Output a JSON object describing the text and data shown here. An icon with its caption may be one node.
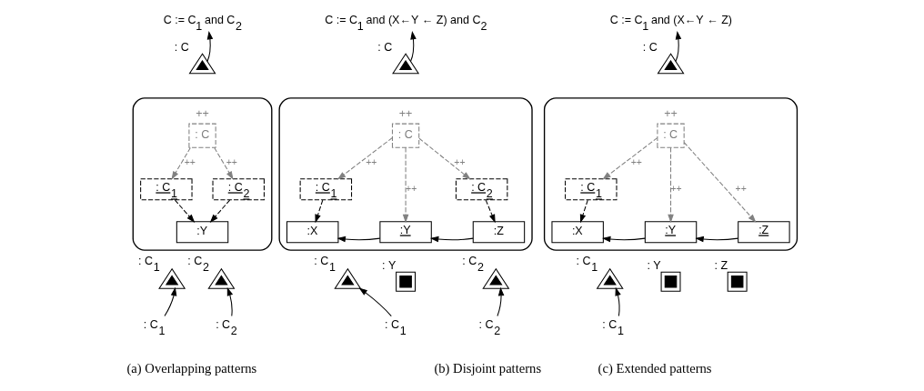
{
  "diagram": {
    "nodes": [
      {
        "text": [],
        "shape": "box"
      },
      {
        "text": [
          "C := C$_{1}$ and C$_{2}$"
        ]
      },
      {
        "text": [],
        "shape": "triangle",
        "beside": [
          ": C"
        ]
      },
      {
        "text": [
          ": C"
        ],
        "in": 0,
        "beside": [
          "++"
        ]
      },
      {
        "text": [
          ": C$_{1}$"
        ],
        "in": 0
      },
      {
        "text": [
          ": C$_{2}$"
        ],
        "in": 0
      },
      {
        "text": [
          ":Y"
        ],
        "in": 0
      },
      {
        "text": [],
        "shape": "triangle",
        "beside": [
          ": C$_{1}$"
        ]
      },
      {
        "text": [],
        "shape": "triangle",
        "beside": [
          ": C$_{2}$"
        ]
      },
      {
        "text": [
          ": C$_{1}$"
        ]
      },
      {
        "text": [
          ": C$_{2}$"
        ]
      },
      {
        "text": [],
        "shape": "box"
      },
      {
        "text": [
          "C := C$_{1}$ and (X←Y ← Z) and C$_{2}$"
        ]
      },
      {
        "text": [],
        "shape": "triangle",
        "beside": [
          ": C"
        ]
      },
      {
        "text": [
          ": C"
        ],
        "in": 11,
        "beside": [
          "++"
        ]
      },
      {
        "text": [
          ": C$_{1}$"
        ],
        "in": 11
      },
      {
        "text": [
          ": C$_{2}$"
        ],
        "in": 11
      },
      {
        "text": [
          ":X"
        ],
        "in": 11
      },
      {
        "text": [
          ":Y"
        ],
        "in": 11
      },
      {
        "text": [
          ":Z"
        ],
        "in": 11
      },
      {
        "text": [],
        "shape": "triangle",
        "beside": [
          ": C$_{1}$"
        ]
      },
      {
        "text": [],
        "shape": "box",
        "beside": [
          ": Y"
        ]
      },
      {
        "text": [],
        "shape": "triangle",
        "beside": [
          ": C$_{2}$"
        ]
      },
      {
        "text": [
          ": C$_{1}$"
        ]
      },
      {
        "text": [
          ": C$_{2}$"
        ]
      },
      {
        "text": [],
        "shape": "box"
      },
      {
        "text": [
          "C := C$_{1}$ and (X←Y ← Z)"
        ]
      },
      {
        "text": [],
        "shape": "triangle",
        "beside": [
          ": C"
        ]
      },
      {
        "text": [
          ": C"
        ],
        "in": 25,
        "beside": [
          "++"
        ]
      },
      {
        "text": [
          ": C$_{1}$"
        ],
        "in": 25
      },
      {
        "text": [
          ":X"
        ],
        "in": 25
      },
      {
        "text": [
          ":Y"
        ],
        "in": 25
      },
      {
        "text": [
          ":Z"
        ],
        "in": 25
      },
      {
        "text": [],
        "shape": "triangle",
        "beside": [
          ": C$_{1}$"
        ]
      },
      {
        "text": [],
        "shape": "box",
        "beside": [
          ": Y"
        ]
      },
      {
        "text": [],
        "shape": "box",
        "beside": [
          ": Z"
        ]
      },
      {
        "text": [
          ": C$_{1}$"
        ]
      }
    ],
    "edges": [
      {
        "from": 2,
        "to": 1,
        "arrow": "to"
      },
      {
        "from": 3,
        "to": 4,
        "arrow": "to",
        "label": "++",
        "style": "dashed",
        "color": "#808080"
      },
      {
        "from": 3,
        "to": 5,
        "arrow": "to",
        "label": "++",
        "style": "dashed",
        "color": "#808080"
      },
      {
        "from": 4,
        "to": 6,
        "arrow": "to",
        "style": "dashed"
      },
      {
        "from": 5,
        "to": 6,
        "arrow": "to",
        "style": "dashed"
      },
      {
        "from": 9,
        "to": 7,
        "arrow": "to"
      },
      {
        "from": 10,
        "to": 8,
        "arrow": "to"
      },
      {
        "from": 13,
        "to": 12,
        "arrow": "to"
      },
      {
        "from": 14,
        "to": 15,
        "arrow": "to",
        "label": "++",
        "style": "dashed",
        "color": "#808080"
      },
      {
        "from": 14,
        "to": 18,
        "arrow": "to",
        "label": "++",
        "style": "dashed",
        "color": "#808080"
      },
      {
        "from": 14,
        "to": 16,
        "arrow": "to",
        "label": "++",
        "style": "dashed",
        "color": "#808080"
      },
      {
        "from": 15,
        "to": 17,
        "arrow": "to",
        "style": "dashed"
      },
      {
        "from": 16,
        "to": 19,
        "arrow": "to",
        "style": "dashed"
      },
      {
        "from": 18,
        "to": 17,
        "arrow": "to"
      },
      {
        "from": 19,
        "to": 18,
        "arrow": "to"
      },
      {
        "from": 23,
        "to": 20,
        "arrow": "to"
      },
      {
        "from": 24,
        "to": 22,
        "arrow": "to"
      },
      {
        "from": 27,
        "to": 26,
        "arrow": "to"
      },
      {
        "from": 28,
        "to": 29,
        "arrow": "to",
        "label": "++",
        "style": "dashed",
        "color": "#808080"
      },
      {
        "from": 28,
        "to": 31,
        "arrow": "to",
        "label": "++",
        "style": "dashed",
        "color": "#808080"
      },
      {
        "from": 28,
        "to": 32,
        "arrow": "to",
        "label": "++",
        "style": "dashed",
        "color": "#808080"
      },
      {
        "from": 29,
        "to": 30,
        "arrow": "to",
        "style": "dashed"
      },
      {
        "from": 31,
        "to": 30,
        "arrow": "to"
      },
      {
        "from": 32,
        "to": 31,
        "arrow": "to"
      },
      {
        "from": 36,
        "to": 33,
        "arrow": "to"
      }
    ],
    "labels": [
      "(a) Overlapping patterns",
      "(b) Disjoint patterns",
      "(c) Extended patterns"
    ]
  }
}
